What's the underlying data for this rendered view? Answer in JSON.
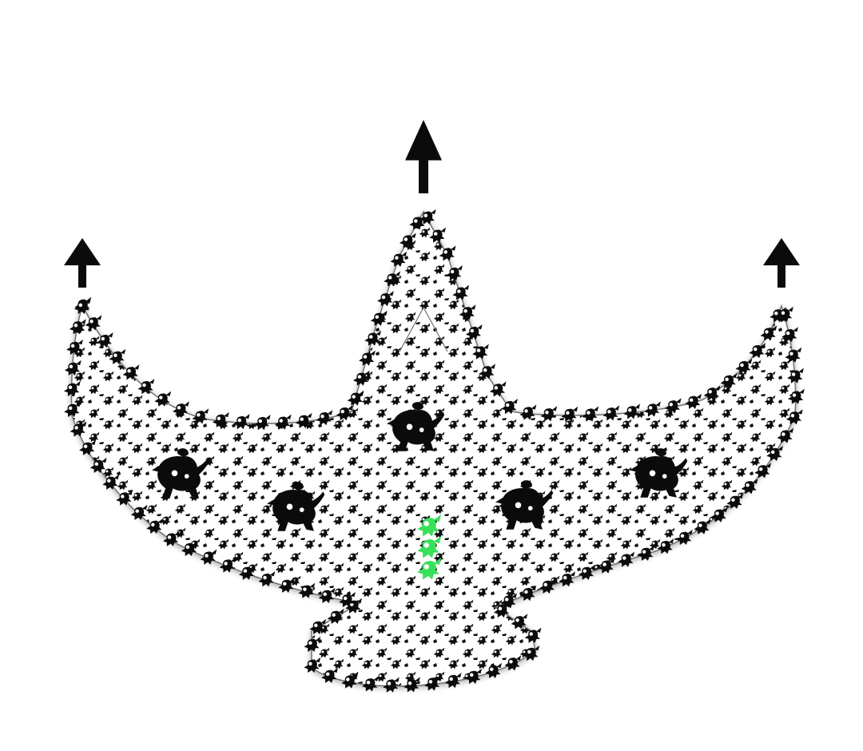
{
  "diagram": {
    "kind": "fractal-lamp",
    "arrows": [
      {
        "id": "left",
        "direction": "up"
      },
      {
        "id": "center",
        "direction": "up"
      },
      {
        "id": "right",
        "direction": "up"
      }
    ],
    "large_figures_count": 5,
    "highlight": {
      "color": "#39e05a",
      "stack_count": 3
    },
    "colors": {
      "ink": "#0b0b0b",
      "fill": "#ffffff",
      "outline": "#6f6f6f",
      "shadow": "#9a9a9a",
      "highlight": "#39e05a"
    },
    "icons": [
      "up-arrow-icon",
      "rider-figure-icon"
    ]
  }
}
